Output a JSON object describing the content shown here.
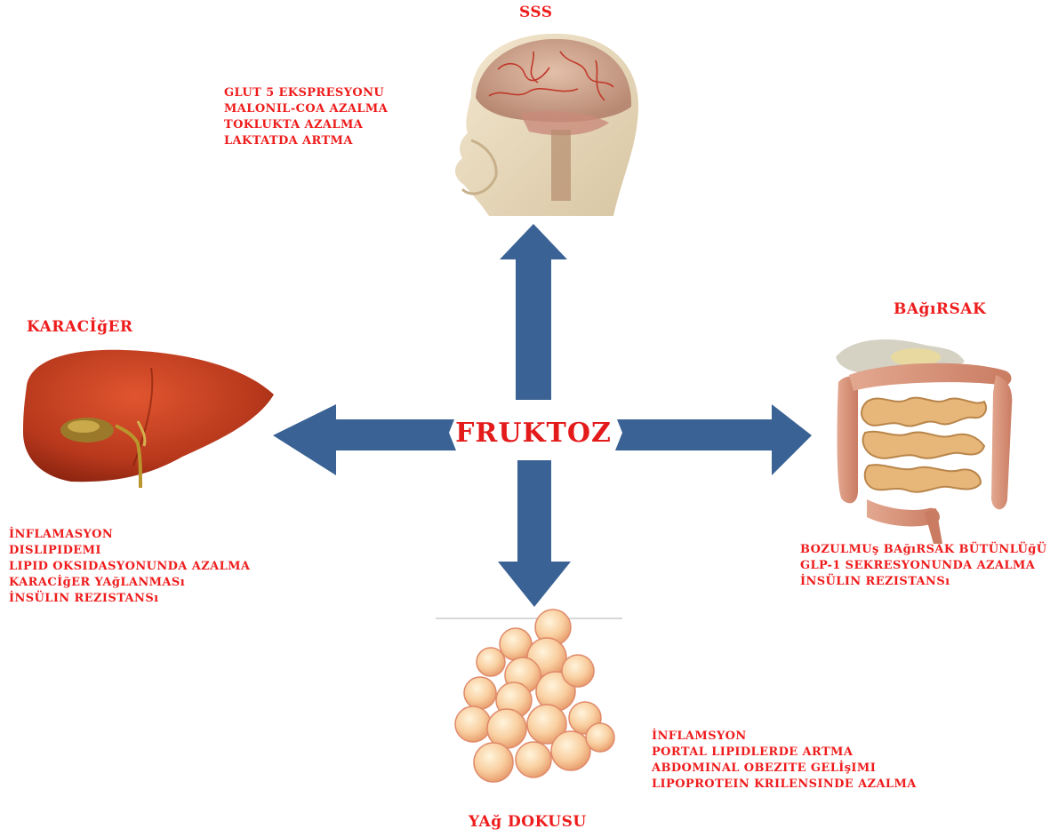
{
  "center": {
    "label": "FRUKTOZ"
  },
  "organs": {
    "brain": {
      "title": "SSS",
      "effects": [
        "GLUT 5 EKSPRESYONU",
        "MALONIL-COA AZALMA",
        "TOKLUKTA AZALMA",
        "LAKTATDA ARTMA"
      ]
    },
    "liver": {
      "title": "KARACİğER",
      "effects": [
        "İNFLAMASYON",
        "DISLIPIDEMI",
        "LIPID OKSIDASYONUNDA AZALMA",
        "KARACİğER YAğLANMASı",
        "İNSÜLIN REZISTANSı"
      ]
    },
    "intestine": {
      "title": "BAğıRSAK",
      "effects": [
        "BOZULMUş BAğıRSAK BÜTÜNLÜğÜ",
        "GLP-1 SEKRESYONUNDA AZALMA",
        "İNSÜLIN REZISTANSı"
      ]
    },
    "adipose": {
      "title": "YAğ DOKUSU",
      "effects": [
        "İNFLAMSYON",
        "PORTAL LIPIDLERDE ARTMA",
        "ABDOMINAL OBEZITE GELİşIMI",
        "LIPOPROTEIN KRILENSINDE AZALMA"
      ]
    }
  },
  "colors": {
    "arrow": "#3a6294",
    "text": "#ee1c1c"
  },
  "icons": {
    "brain": "head-brain-illustration",
    "liver": "liver-illustration",
    "intestine": "intestine-illustration",
    "adipose": "fat-cells-illustration"
  }
}
